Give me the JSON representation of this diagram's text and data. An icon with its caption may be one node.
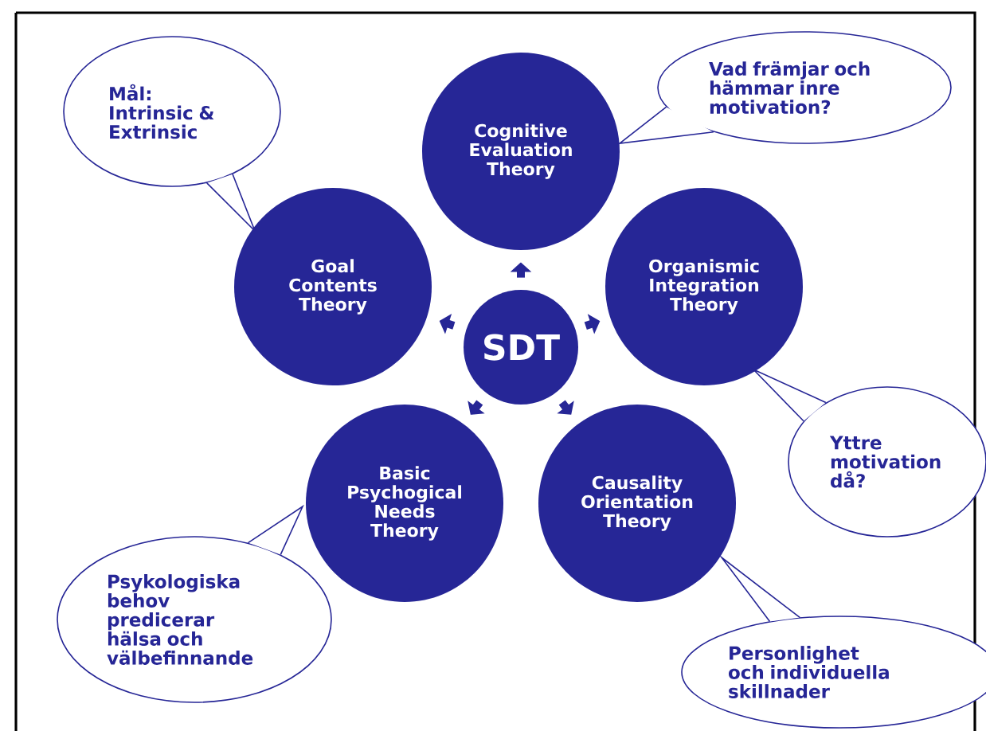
{
  "diagram": {
    "nodes": [
      {
        "text": [
          "SDT"
        ]
      },
      {
        "text": [
          "Cognitive Evaluation Theory"
        ]
      },
      {
        "text": [
          "Organismic Integration Theory"
        ]
      },
      {
        "text": [
          "Causality Orientation Theory"
        ]
      },
      {
        "text": [
          "Basic Psychogical Needs Theory"
        ]
      },
      {
        "text": [
          "Goal Contents Theory"
        ]
      },
      {
        "text": [
          "Mål: Intrinsic & Extrinsic"
        ]
      },
      {
        "text": [
          "Vad främjar och hämmar inre motivation?"
        ]
      },
      {
        "text": [
          "Yttre motivation då?"
        ]
      },
      {
        "text": [
          "Personlighet och individuella skillnader"
        ]
      },
      {
        "text": [
          "Psykologiska behov predicerar hälsa och välbefinnande"
        ]
      }
    ],
    "edges": [
      {
        "from": 0,
        "to": 1,
        "arrow": "to"
      },
      {
        "from": 0,
        "to": 2,
        "arrow": "to"
      },
      {
        "from": 0,
        "to": 3,
        "arrow": "to"
      },
      {
        "from": 0,
        "to": 4,
        "arrow": "to"
      },
      {
        "from": 0,
        "to": 5,
        "arrow": "to"
      }
    ]
  }
}
